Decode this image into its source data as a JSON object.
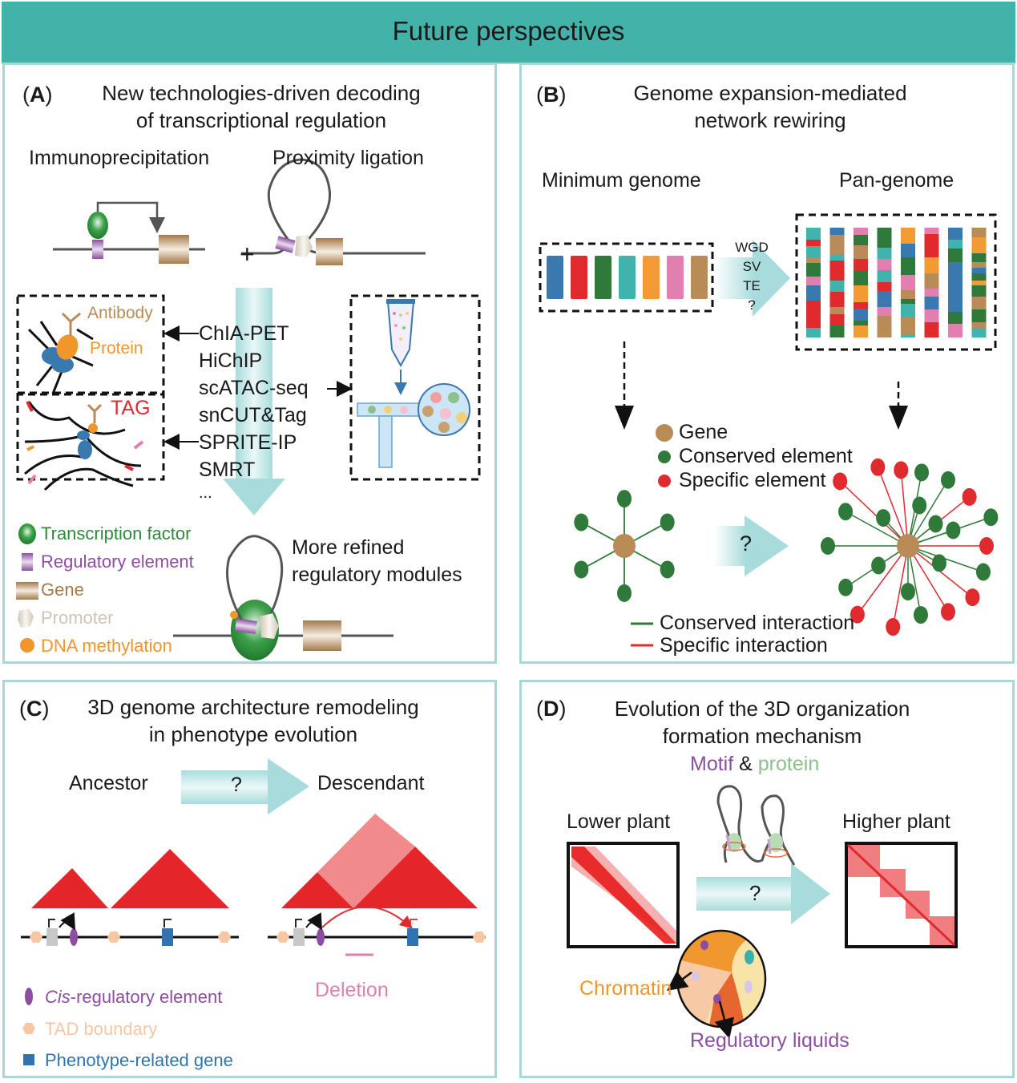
{
  "banner": {
    "title": "Future perspectives",
    "color": "#43b2a9"
  },
  "panel_a": {
    "letter": "A",
    "title_line1": "New technologies-driven decoding",
    "title_line2": "of transcriptional regulation",
    "method_left": "Immunoprecipitation",
    "method_right": "Proximity ligation",
    "plus": "+",
    "box1_antibody": "Antibody",
    "box1_protein": "Protein",
    "box2_tag": "TAG",
    "techniques": [
      "ChIA-PET",
      "HiChIP",
      "scATAC-seq",
      "snCUT&Tag",
      "SPRITE-IP",
      "SMRT",
      "..."
    ],
    "result_line1": "More refined",
    "result_line2": "regulatory modules",
    "legend": [
      {
        "label": "Transcription factor",
        "color": "#2e8b3a"
      },
      {
        "label": "Regulatory element",
        "color": "#8b4ea0"
      },
      {
        "label": "Gene",
        "color": "#a47a4a"
      },
      {
        "label": "Promoter",
        "color": "#cfc4b6"
      },
      {
        "label": "DNA methylation",
        "color": "#f0962a"
      }
    ]
  },
  "panel_b": {
    "letter": "B",
    "title_line1": "Genome expansion-mediated",
    "title_line2": "network rewiring",
    "min_genome": "Minimum genome",
    "pan_genome": "Pan-genome",
    "arrow_labels": [
      "WGD",
      "SV",
      "TE",
      "?"
    ],
    "chromosome_colors": [
      "#3a78b0",
      "#e02a2e",
      "#2f7a3a",
      "#40b3ac",
      "#f29a33",
      "#e07fb0",
      "#b98b56"
    ],
    "legend_nodes": [
      {
        "label": "Gene",
        "color": "#b98b56"
      },
      {
        "label": "Conserved element",
        "color": "#2f7a3a"
      },
      {
        "label": "Specific element",
        "color": "#e02a2e"
      }
    ],
    "legend_lines": [
      {
        "label": "Conserved interaction",
        "color": "#2f7a3a"
      },
      {
        "label": "Specific interaction",
        "color": "#e02a2e"
      }
    ],
    "question": "?"
  },
  "panel_c": {
    "letter": "C",
    "title_line1": "3D genome architecture remodeling",
    "title_line2": "in phenotype evolution",
    "ancestor": "Ancestor",
    "descendant": "Descendant",
    "question": "?",
    "deletion": "Deletion",
    "legend": [
      {
        "label_italic": "Cis",
        "label": "-regulatory element",
        "color": "#8b4ea0"
      },
      {
        "label_italic": "",
        "label": "TAD boundary",
        "color": "#f7c6a3"
      },
      {
        "label_italic": "",
        "label": "Phenotype-related gene",
        "color": "#2f73b0"
      }
    ]
  },
  "panel_d": {
    "letter": "D",
    "title_line1": "Evolution of the 3D organization",
    "title_line2": "formation mechanism",
    "motif": "Motif",
    "amp": "&",
    "protein": "protein",
    "lower_plant": "Lower plant",
    "higher_plant": "Higher plant",
    "question": "?",
    "chromatin": "Chromatin",
    "regulatory_liquids": "Regulatory liquids"
  }
}
